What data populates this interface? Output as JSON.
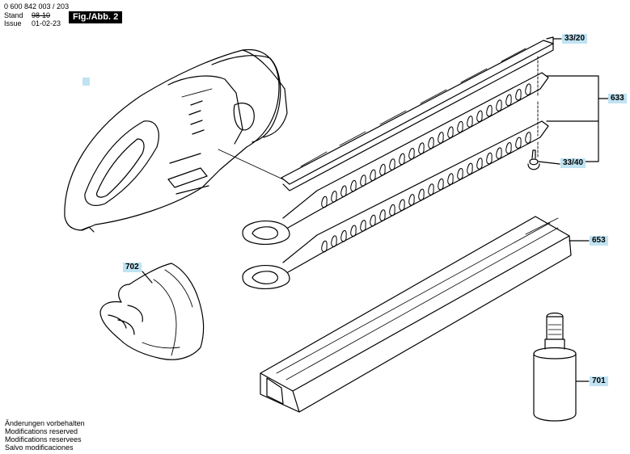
{
  "header": {
    "doc_number": "0 600 842 003 / 203",
    "stand_label": "Stand",
    "stand_value": "98-10",
    "issue_label": "Issue",
    "issue_value": "01-02-23",
    "figure_label": "Fig./Abb. 2"
  },
  "parts": {
    "p3320": "33/20",
    "p3340": "33/40",
    "p633": "633",
    "p653": "653",
    "p702": "702",
    "p701": "701"
  },
  "disclaimer": [
    "Änderungen vorbehalten",
    "Modifications reserved",
    "Modifications reservees",
    "Salvo modificaciones"
  ],
  "colors": {
    "callout_bg": "#bfe3f2",
    "line": "#000000"
  }
}
